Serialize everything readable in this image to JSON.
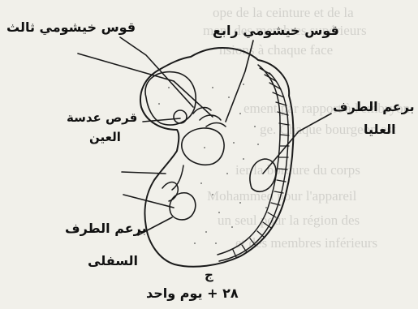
{
  "labels": {
    "third_arch": "قوس خيشومي ثالث",
    "fourth_arch": "قوس خيشومي رابع",
    "upper_bud_1": "برعم الطرف",
    "upper_bud_2": "العليا",
    "eye_1": "قرص عدسة",
    "eye_2": "العين",
    "lower_bud_1": "برعم الطرف",
    "lower_bud_2": "السفلى",
    "fig_letter": "ج",
    "caption": "٢٨ + يوم واحد"
  },
  "bleed_lines": [
    "ope de la ceinture et de la",
    "ment des membres supérieurs",
    "nsions à chaque face",
    "ement par rapport à l'embryon",
    "ge. Chaque bourgeon est",
    "ier la bordure du corps",
    "Mohammed pour l'appareil",
    "un seul pour la région des",
    "et des membres inférieurs"
  ]
}
